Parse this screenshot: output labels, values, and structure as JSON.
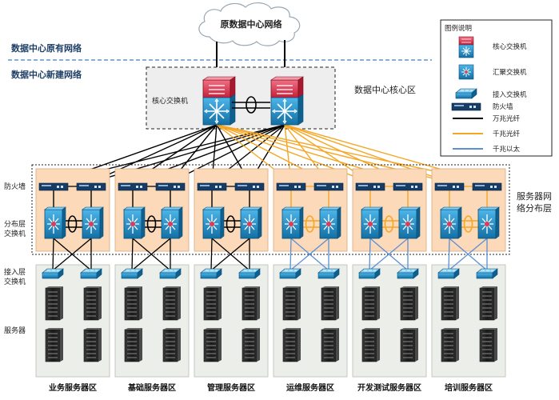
{
  "cloud_label": "原数据中心网络",
  "existing_network_label": "数据中心原有网络",
  "new_network_label": "数据中心新建网络",
  "core": {
    "switch_label": "核心交换机",
    "zone_label": "数据中心核心区"
  },
  "distribution_zone_label": [
    "服务器网",
    "络分布层"
  ],
  "row_labels": {
    "firewall": "防火墙",
    "distribution": [
      "分布层",
      "交换机"
    ],
    "access": [
      "接入层",
      "交换机"
    ],
    "server": "服务器"
  },
  "zones": [
    {
      "name": "业务服务器区",
      "link_type": "万兆光纤"
    },
    {
      "name": "基础服务器区",
      "link_type": "万兆光纤"
    },
    {
      "name": "管理服务器区",
      "link_type": "万兆光纤"
    },
    {
      "name": "运维服务器区",
      "link_type": "千兆光纤"
    },
    {
      "name": "开发测试服务器区",
      "link_type": "千兆光纤"
    },
    {
      "name": "培训服务器区",
      "link_type": "千兆光纤"
    }
  ],
  "legend": {
    "title": "图例说明",
    "items": [
      {
        "label": "核心交换机",
        "symbol": "core-switch"
      },
      {
        "label": "汇聚交换机",
        "symbol": "aggregation-switch"
      },
      {
        "label": "接入交换机",
        "symbol": "access-switch"
      },
      {
        "label": "防火墙",
        "symbol": "firewall"
      },
      {
        "label": "万兆光纤",
        "symbol": "line",
        "color": "#000000"
      },
      {
        "label": "千兆光纤",
        "symbol": "line",
        "color": "#f5a623"
      },
      {
        "label": "千兆以太",
        "symbol": "line",
        "color": "#5b8fd6"
      }
    ]
  },
  "colors": {
    "ten_gig_fiber": "#000000",
    "gig_fiber": "#f5a623",
    "gig_ethernet": "#5b8fd6",
    "zone_fill": "#fbd9b9",
    "server_area_fill": "#eceeea",
    "switch_blue": "#1e8bc3",
    "switch_red": "#d9304a"
  }
}
